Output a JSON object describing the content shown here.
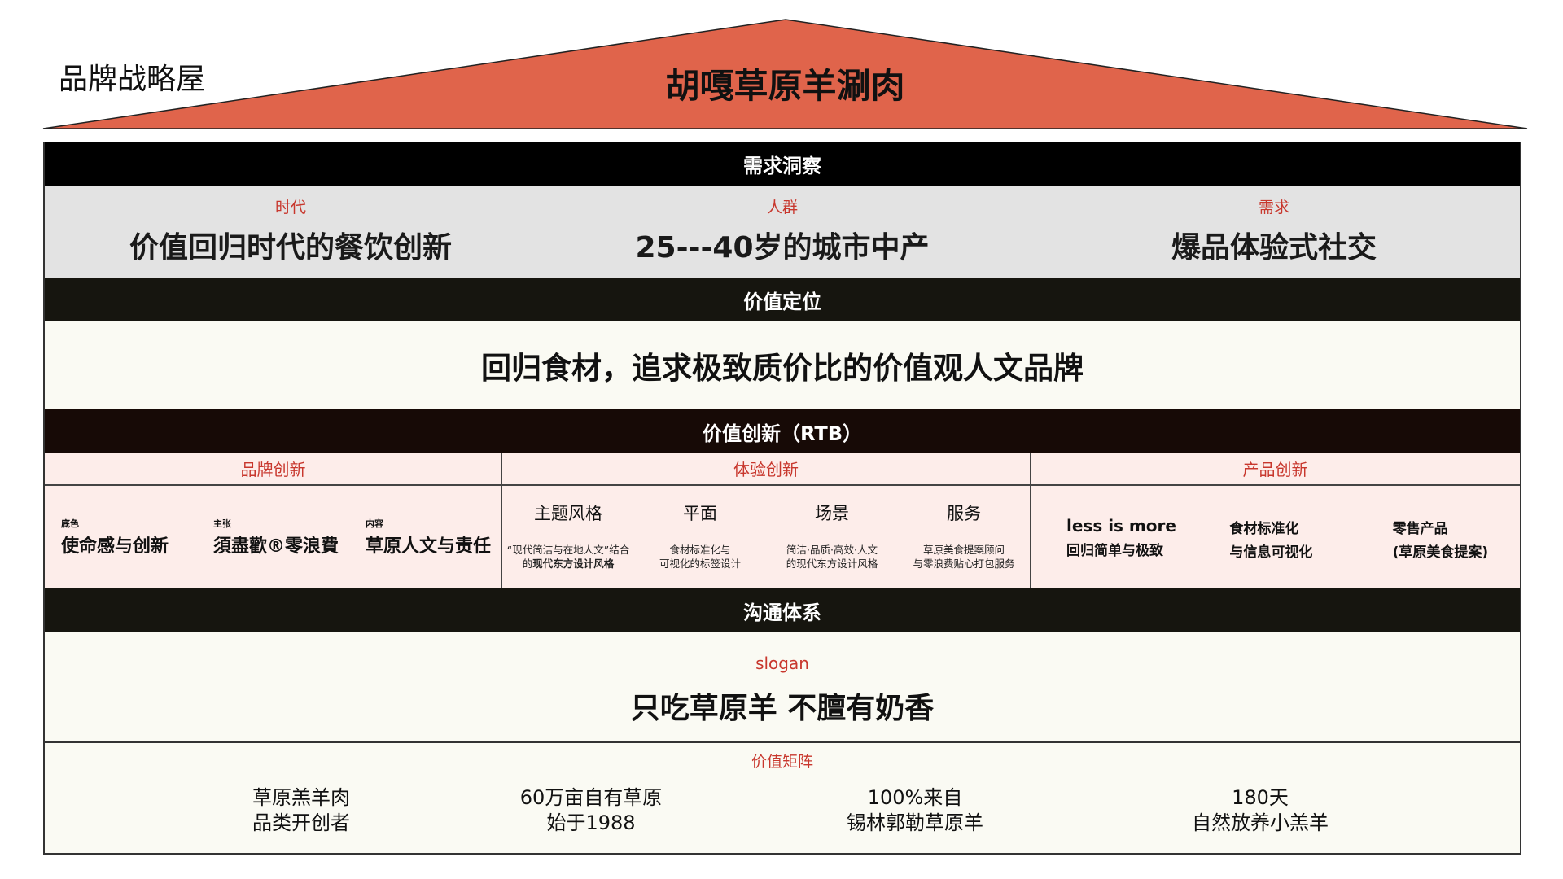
{
  "page": {
    "title": "品牌战略屋"
  },
  "roof": {
    "brand_name": "胡嘎草原羊涮肉",
    "color": "#e0644b"
  },
  "colors": {
    "accent_red": "#c8372d",
    "insight_bg": "#e3e3e3",
    "rtb_bg": "#fdedea",
    "cream_bg": "#fafaf3",
    "bar_bg": "#000000"
  },
  "insight": {
    "header": "需求洞察",
    "columns": [
      {
        "label": "时代",
        "value": "价值回归时代的餐饮创新"
      },
      {
        "label": "人群",
        "value": "25---40岁的城市中产"
      },
      {
        "label": "需求",
        "value": "爆品体验式社交"
      }
    ]
  },
  "positioning": {
    "header": "价值定位",
    "value": "回归食材，追求极致质价比的价值观人文品牌"
  },
  "rtb": {
    "header": "价值创新（RTB）",
    "groups": [
      {
        "title": "品牌创新",
        "items": [
          {
            "key": "底色",
            "value": "使命感与创新"
          },
          {
            "key": "主张",
            "value": "須盡歡®零浪費"
          },
          {
            "key": "内容",
            "value": "草原人文与责任"
          }
        ]
      },
      {
        "title": "体验创新",
        "items": [
          {
            "title": "主题风格",
            "desc1": "“现代简洁与在地人文”结合",
            "desc2_prefix": "的",
            "desc2_bold": "现代东方设计风格"
          },
          {
            "title": "平面",
            "desc1": "食材标准化与",
            "desc2_prefix": "可视化的标签设计",
            "desc2_bold": ""
          },
          {
            "title": "场景",
            "desc1": "简洁·品质·高效·人文",
            "desc2_prefix": "的现代东方设计风格",
            "desc2_bold": ""
          },
          {
            "title": "服务",
            "desc1": "草原美食提案顾问",
            "desc2_prefix": "与零浪费贴心打包服务",
            "desc2_bold": ""
          }
        ]
      },
      {
        "title": "产品创新",
        "items": [
          {
            "line1": "less is more",
            "line2": "回归简单与极致"
          },
          {
            "line1": "食材标准化",
            "line2": "与信息可视化"
          },
          {
            "line1": "零售产品",
            "line2": "(草原美食提案)"
          }
        ]
      }
    ]
  },
  "communication": {
    "header": "沟通体系",
    "slogan_label": "slogan",
    "slogan": "只吃草原羊 不膻有奶香",
    "matrix_label": "价值矩阵",
    "matrix": [
      {
        "line1": "草原羔羊肉",
        "line2": "品类开创者"
      },
      {
        "line1": "60万亩自有草原",
        "line2": "始于1988"
      },
      {
        "line1": "100%来自",
        "line2": "锡林郭勒草原羊"
      },
      {
        "line1": "180天",
        "line2": "自然放养小羔羊"
      }
    ]
  }
}
